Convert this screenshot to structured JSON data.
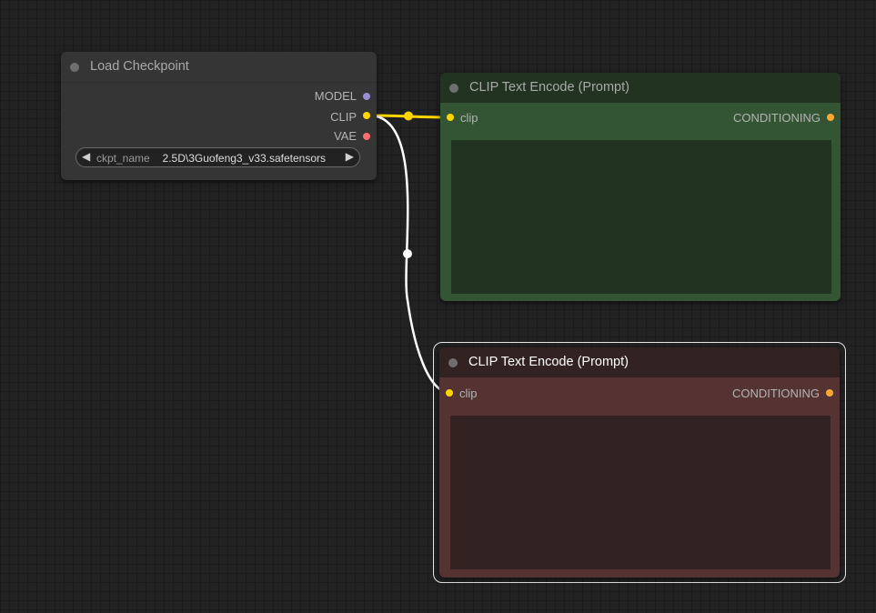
{
  "load_checkpoint": {
    "title": "Load Checkpoint",
    "outputs": {
      "model": {
        "label": "MODEL",
        "color": "#9a8ed6"
      },
      "clip": {
        "label": "CLIP",
        "color": "#ffd500"
      },
      "vae": {
        "label": "VAE",
        "color": "#ff6e6e"
      }
    },
    "widget": {
      "name": "ckpt_name",
      "value": "2.5D\\3Guofeng3_v33.safetensors",
      "left_arrow": "◀",
      "right_arrow": "▶"
    }
  },
  "clip_positive": {
    "title": "CLIP Text Encode (Prompt)",
    "input_label": "clip",
    "output_label": "CONDITIONING",
    "text": "",
    "colors": {
      "body": "#335533",
      "header": "#223322"
    }
  },
  "clip_negative": {
    "title": "CLIP Text Encode (Prompt)",
    "input_label": "clip",
    "output_label": "CONDITIONING",
    "text": "",
    "colors": {
      "body": "#553333",
      "header": "#332222"
    }
  },
  "colors": {
    "clip_link": "#ffd500",
    "selected_link": "#ffffff",
    "conditioning": "#ffa931",
    "canvas": "#222222"
  }
}
